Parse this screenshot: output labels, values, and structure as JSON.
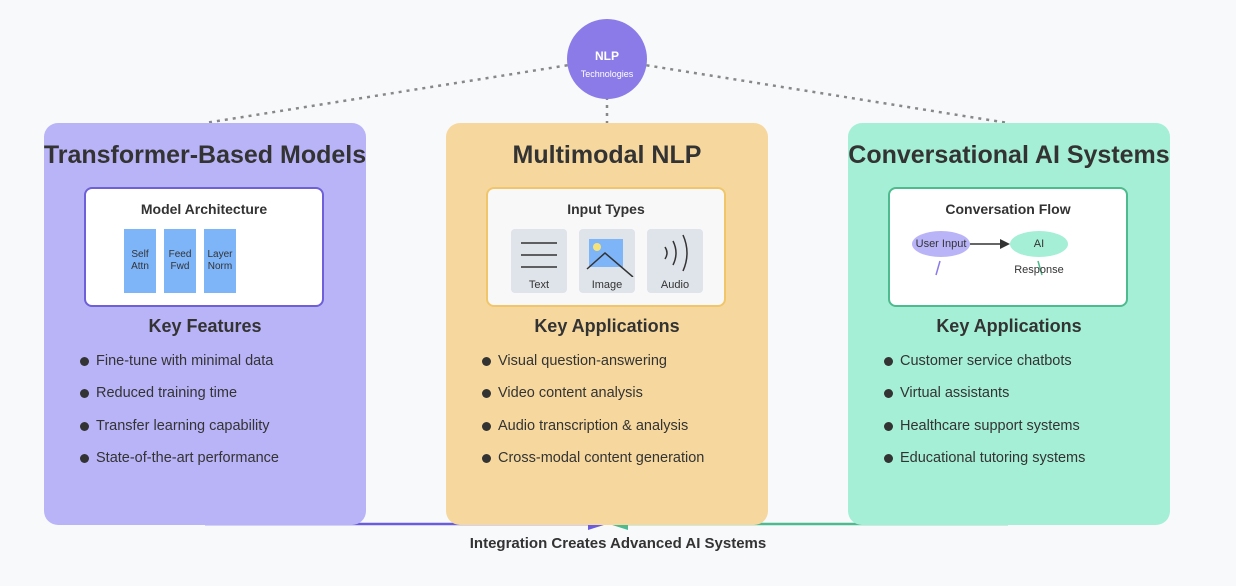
{
  "hub": {
    "title": "NLP",
    "subtitle": "Technologies"
  },
  "cards": [
    {
      "title": "Transformer-Based Models",
      "inner_title": "Model Architecture",
      "blocks": [
        "Self Attn",
        "Feed Fwd",
        "Layer Norm"
      ],
      "section_title": "Key Features",
      "items": [
        "Fine-tune with minimal data",
        "Reduced training time",
        "Transfer learning capability",
        "State-of-the-art performance"
      ],
      "color": "#b9b4f8"
    },
    {
      "title": "Multimodal NLP",
      "inner_title": "Input Types",
      "types": [
        "Text",
        "Image",
        "Audio"
      ],
      "section_title": "Key Applications",
      "items": [
        "Visual question-answering",
        "Video content analysis",
        "Audio transcription & analysis",
        "Cross-modal content generation"
      ],
      "color": "#f6d89e"
    },
    {
      "title": "Conversational AI Systems",
      "inner_title": "Conversation Flow",
      "flow": [
        "User Input",
        "AI Response"
      ],
      "section_title": "Key Applications",
      "items": [
        "Customer service chatbots",
        "Virtual assistants",
        "Healthcare support systems",
        "Educational tutoring systems"
      ],
      "color": "#a5efd6"
    }
  ],
  "bottom_label": "Integration Creates Advanced AI Systems"
}
